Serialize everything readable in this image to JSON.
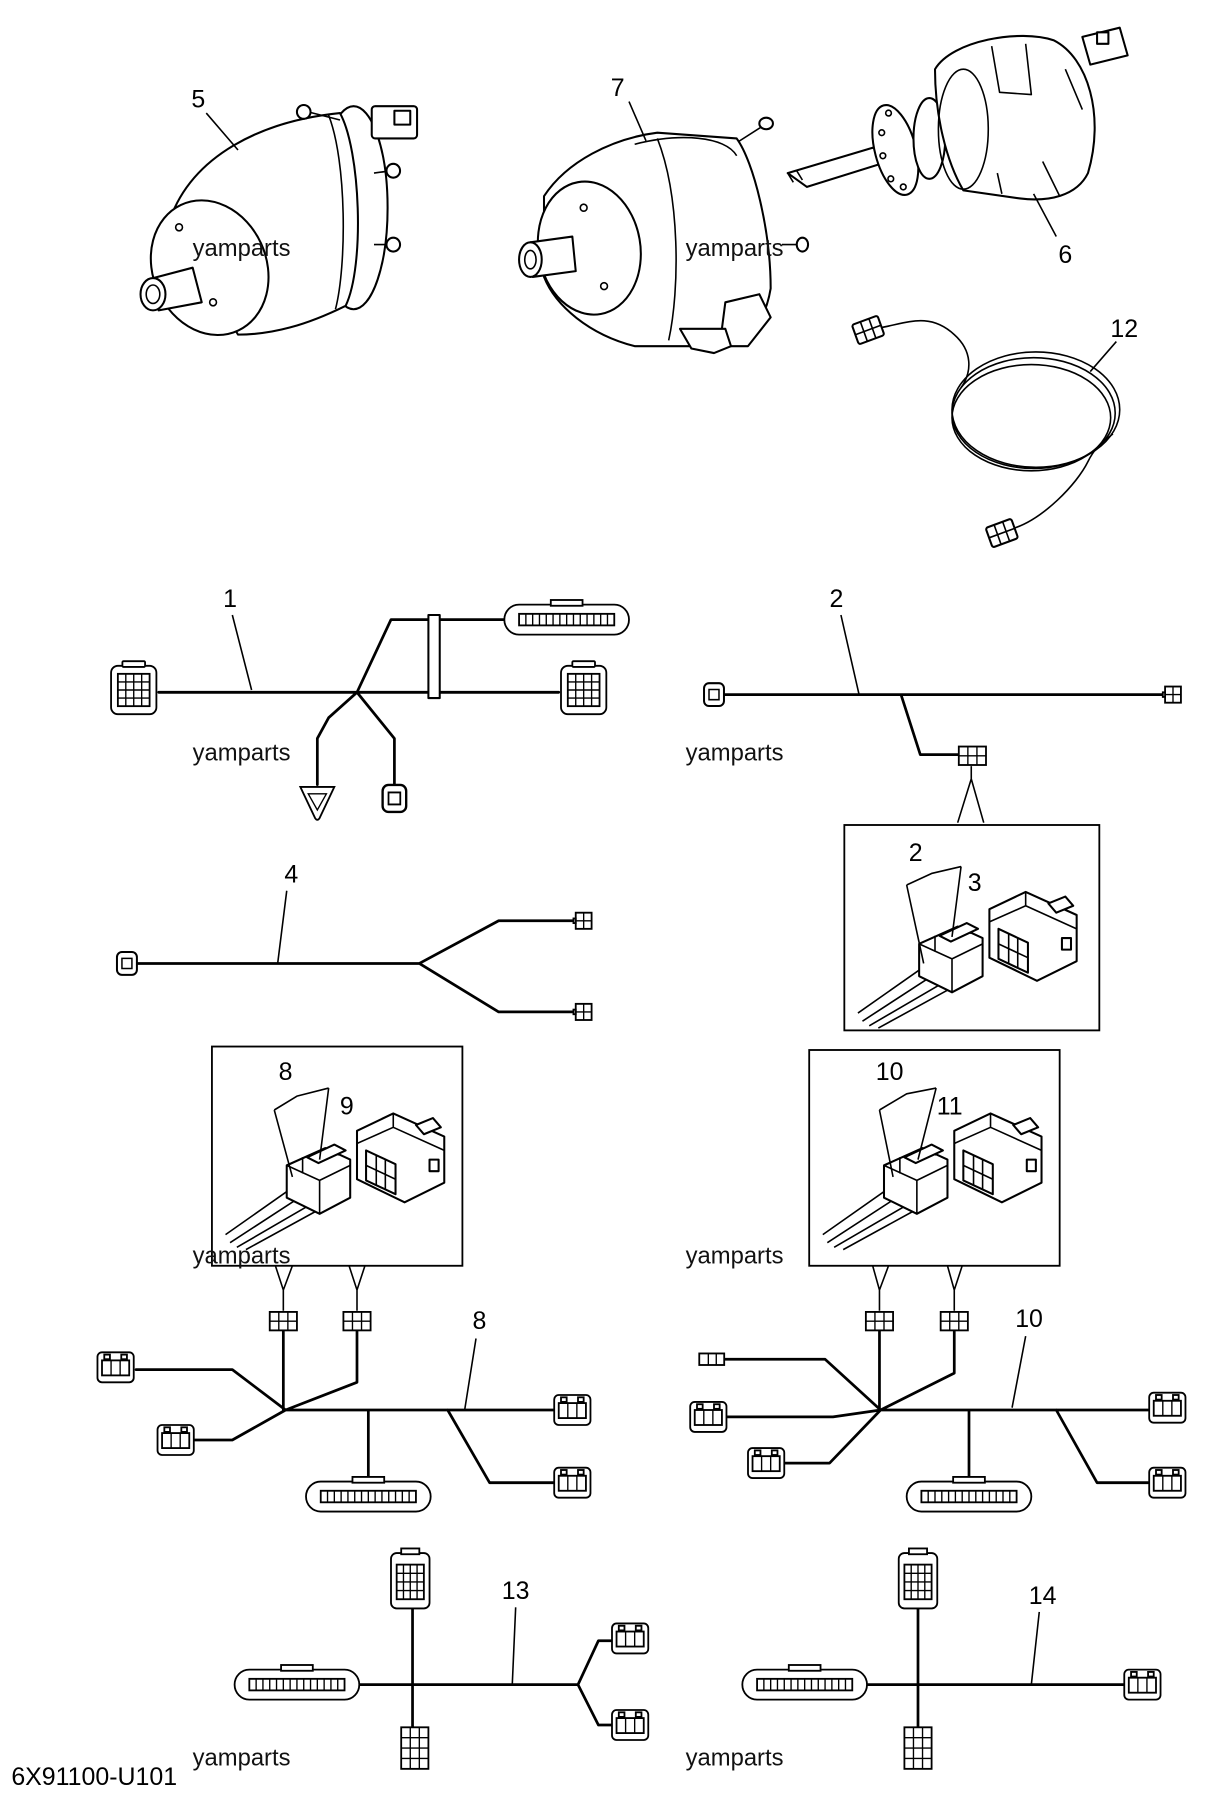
{
  "watermark": "yamparts",
  "diagram_code": "6X91100-U101",
  "callouts": {
    "p5": "5",
    "p7": "7",
    "p6": "6",
    "p12": "12",
    "p1": "1",
    "p2": "2",
    "p4": "4",
    "p2_inset": "2",
    "p3": "3",
    "p8_inset": "8",
    "p9": "9",
    "p10_inset": "10",
    "p11": "11",
    "p8": "8",
    "p10": "10",
    "p13": "13",
    "p14": "14"
  }
}
